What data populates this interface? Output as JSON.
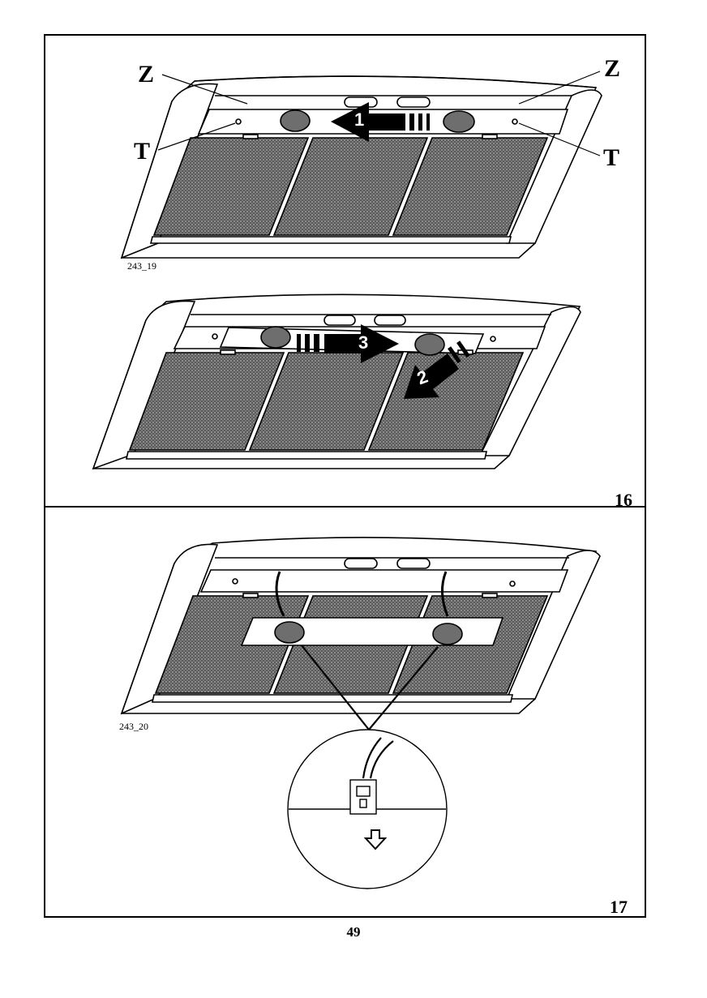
{
  "figure16": {
    "callouts": {
      "z_left": "Z",
      "z_right": "Z",
      "t_left": "T",
      "t_right": "T"
    },
    "image_code_top": "243_19",
    "arrow_1": "1",
    "arrow_2": "2",
    "arrow_3": "3",
    "number": "16"
  },
  "figure17": {
    "image_code": "243_20",
    "number": "17"
  },
  "page_number": "49"
}
